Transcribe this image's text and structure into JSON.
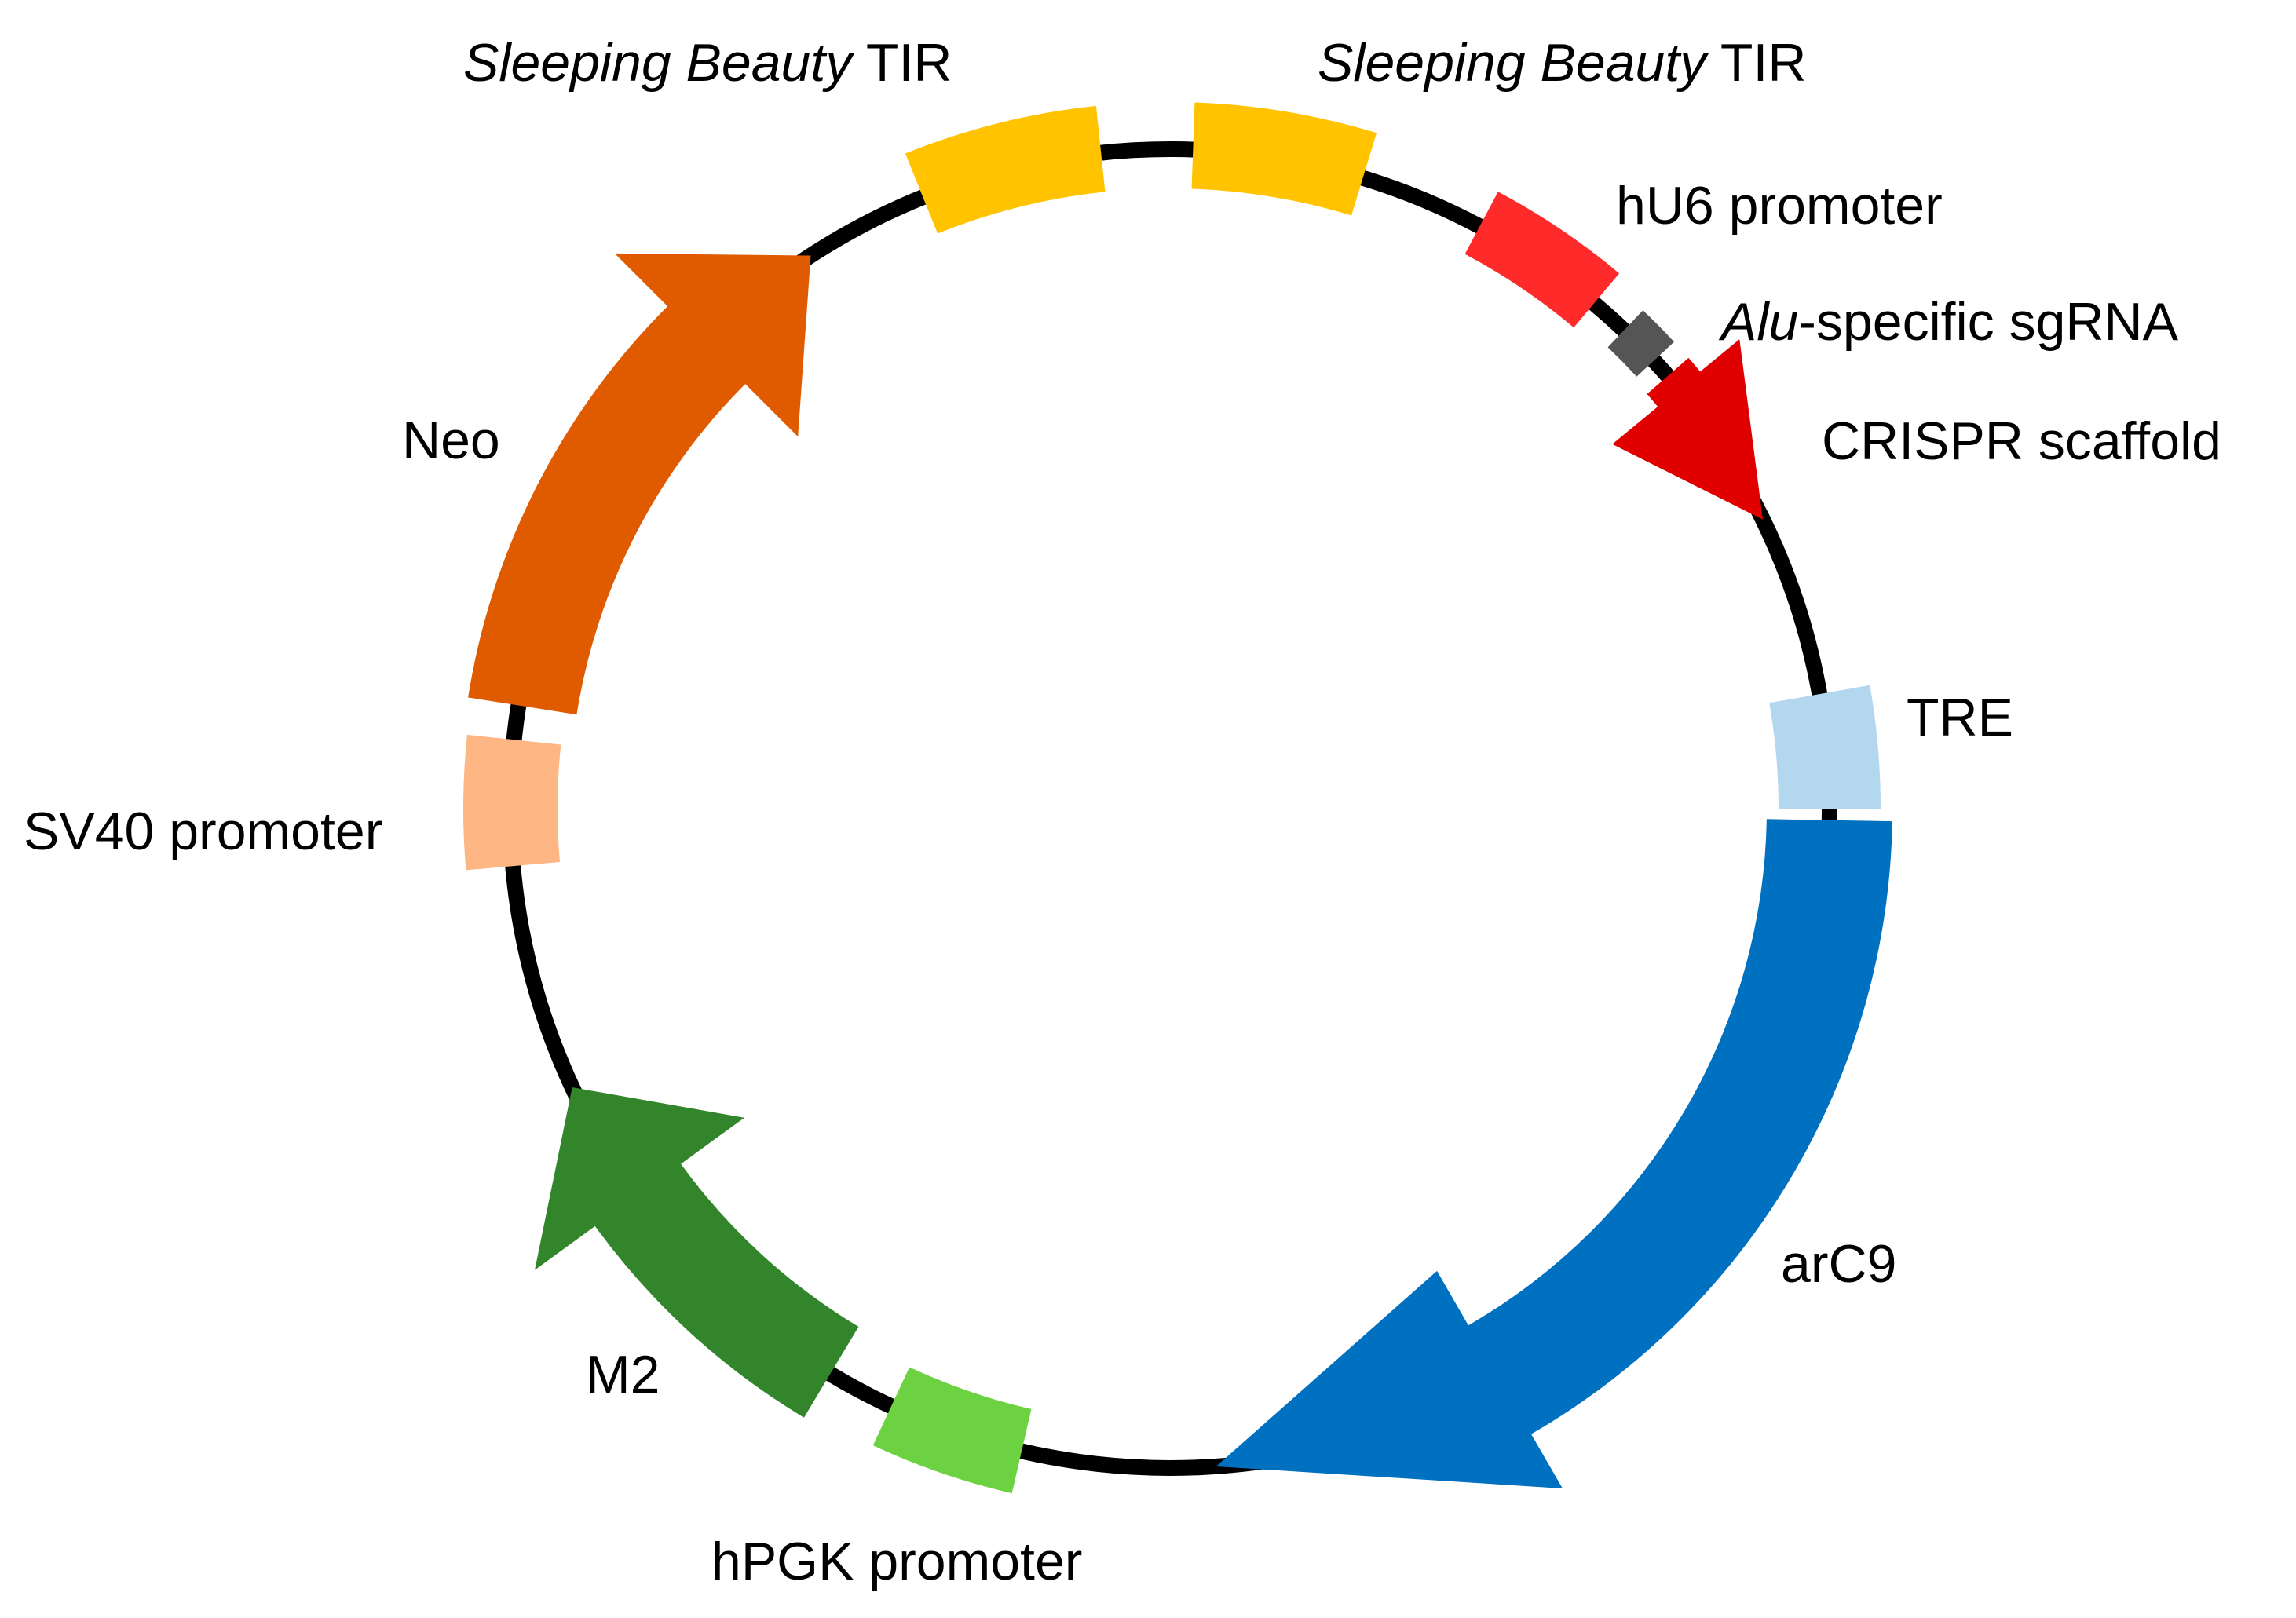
{
  "diagram": {
    "type": "plasmid-map",
    "backbone_color": "#000000",
    "labels": {
      "tir_left": {
        "italic": "Sleeping Beauty",
        "plain": " TIR"
      },
      "tir_right": {
        "italic": "Sleeping Beauty",
        "plain": " TIR"
      },
      "hu6": "hU6 promoter",
      "sgrna": {
        "italic": "Alu",
        "plain": "-specific sgRNA"
      },
      "scaffold": "CRISPR scaffold",
      "tre": "TRE",
      "arc9": "arC9",
      "hpgk": "hPGK promoter",
      "m2": "M2",
      "sv40": "SV40 promoter",
      "neo": "Neo"
    },
    "features": [
      {
        "id": "tir-left",
        "name": "Sleeping Beauty TIR",
        "kind": "box",
        "color": "#FFC300"
      },
      {
        "id": "tir-right",
        "name": "Sleeping Beauty TIR",
        "kind": "box",
        "color": "#FFC300"
      },
      {
        "id": "hu6",
        "name": "hU6 promoter",
        "kind": "box",
        "color": "#FF2A2A"
      },
      {
        "id": "sgrna",
        "name": "Alu-specific sgRNA",
        "kind": "box",
        "color": "#555555"
      },
      {
        "id": "scaffold",
        "name": "CRISPR scaffold",
        "kind": "arrow",
        "direction": "clockwise",
        "color": "#E00000"
      },
      {
        "id": "tre",
        "name": "TRE",
        "kind": "box",
        "color": "#B3D7EF"
      },
      {
        "id": "arc9",
        "name": "arC9",
        "kind": "arrow",
        "direction": "clockwise",
        "color": "#0070C0"
      },
      {
        "id": "hpgk",
        "name": "hPGK promoter",
        "kind": "box",
        "color": "#6CD241"
      },
      {
        "id": "m2",
        "name": "M2",
        "kind": "arrow",
        "direction": "clockwise",
        "color": "#32852B"
      },
      {
        "id": "sv40",
        "name": "SV40 promoter",
        "kind": "box",
        "color": "#FFB685"
      },
      {
        "id": "neo",
        "name": "Neo",
        "kind": "arrow",
        "direction": "clockwise",
        "color": "#E05A00"
      }
    ]
  }
}
